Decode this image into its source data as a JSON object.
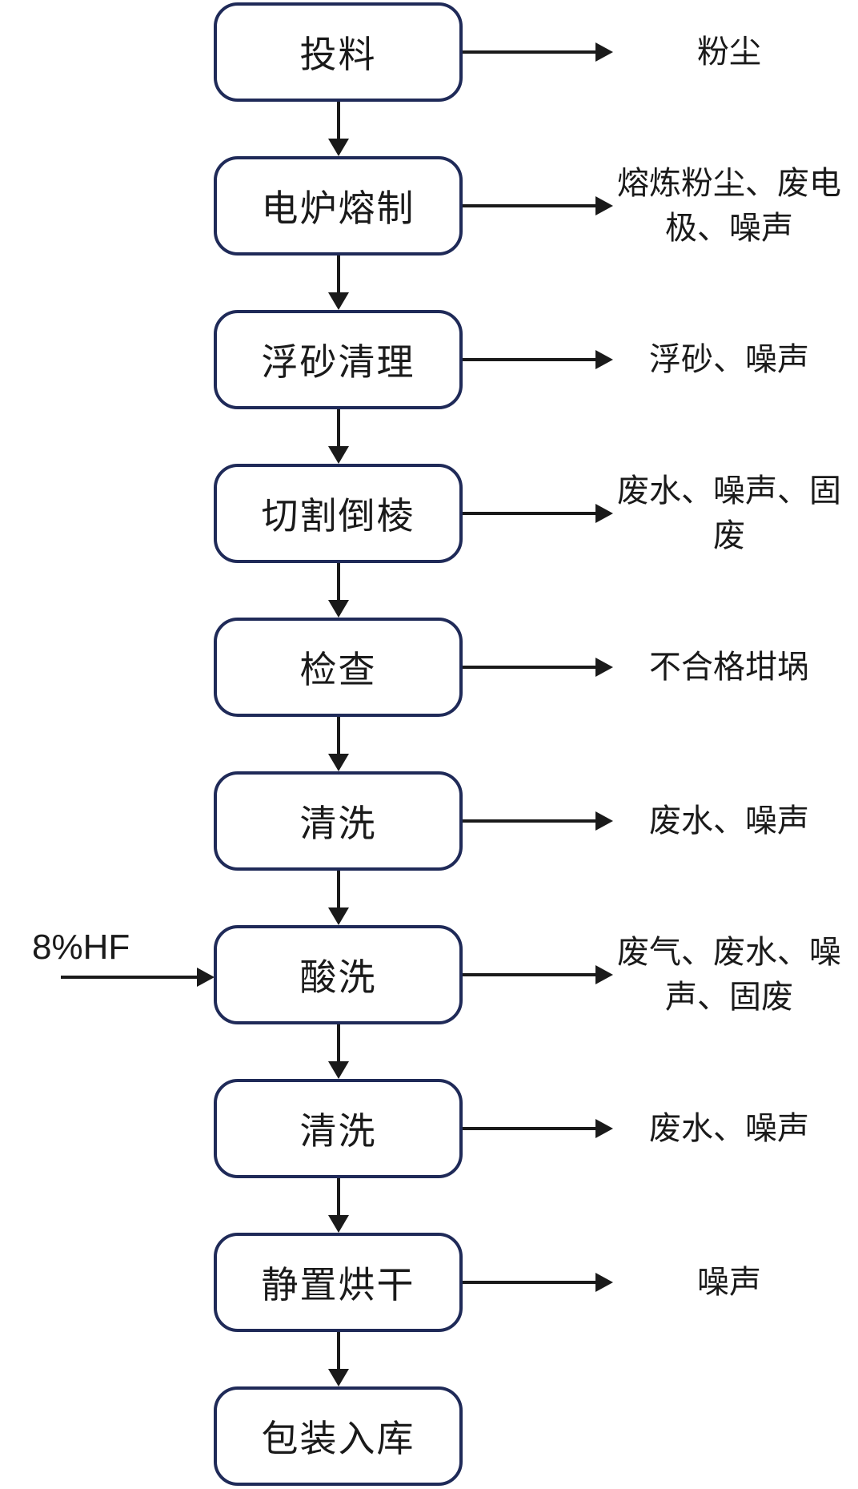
{
  "diagram": {
    "type": "flowchart",
    "direction": "top-down",
    "colors": {
      "box_border": "#1f2a58",
      "box_fill": "#ffffff",
      "arrow": "#1a1a1a",
      "text": "#1a1a1a"
    },
    "steps": [
      {
        "label": "投料",
        "output": "粉尘"
      },
      {
        "label": "电炉熔制",
        "output": "熔炼粉尘、废电极、噪声"
      },
      {
        "label": "浮砂清理",
        "output": "浮砂、噪声"
      },
      {
        "label": "切割倒棱",
        "output": "废水、噪声、固废"
      },
      {
        "label": "检查",
        "output": "不合格坩埚"
      },
      {
        "label": "清洗",
        "output": "废水、噪声"
      },
      {
        "label": "酸洗",
        "input": "8%HF",
        "output": "废气、废水、噪声、固废"
      },
      {
        "label": "清洗",
        "output": "废水、噪声"
      },
      {
        "label": "静置烘干",
        "output": "噪声"
      },
      {
        "label": "包装入库",
        "output": ""
      }
    ]
  }
}
